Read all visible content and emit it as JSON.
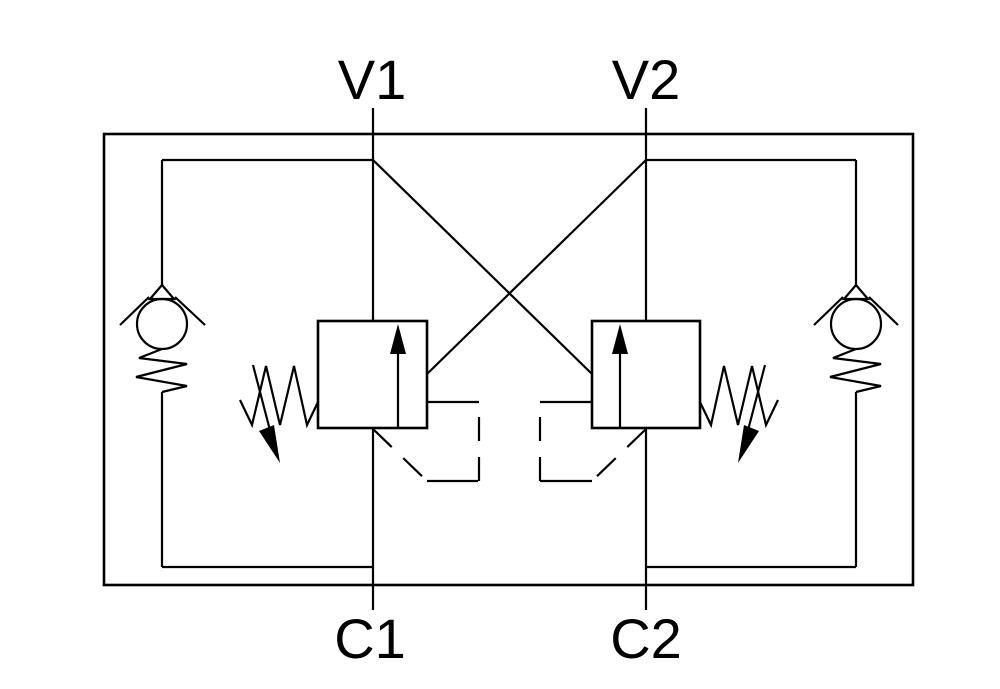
{
  "diagram": {
    "kind": "hydraulic-schematic",
    "colors": {
      "line": "#000000",
      "background": "#ffffff"
    },
    "ports": {
      "v1": "V1",
      "v2": "V2",
      "c1": "C1",
      "c2": "C2"
    },
    "symbols": [
      "valve-body-boundary",
      "check-valve-left",
      "check-valve-right",
      "counterbalance-cartridge-left",
      "counterbalance-cartridge-right",
      "adjustable-spring-left",
      "adjustable-spring-right",
      "crossover-pilot-line-v1-to-right-valve",
      "crossover-pilot-line-v2-to-left-valve",
      "internal-pilot-dashed-line-left",
      "internal-pilot-dashed-line-right"
    ]
  }
}
